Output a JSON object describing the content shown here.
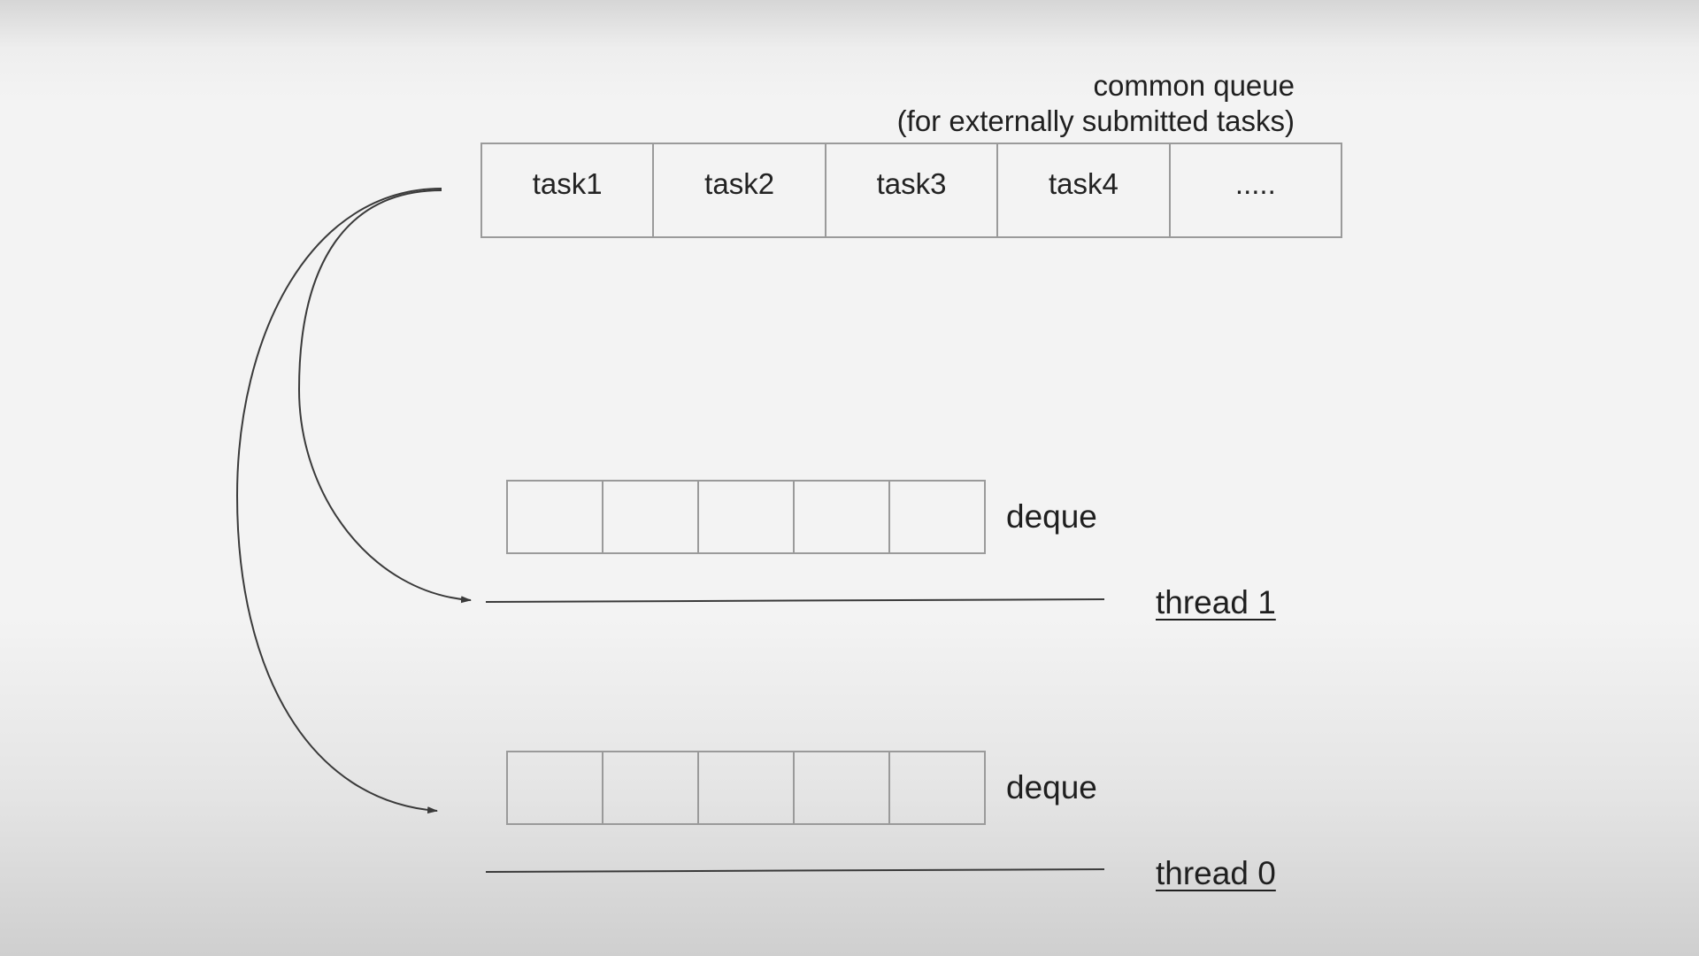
{
  "common_queue": {
    "caption_line1": "common queue",
    "caption_line2": "(for externally submitted tasks)",
    "cells": [
      "task1",
      "task2",
      "task3",
      "task4",
      "....."
    ]
  },
  "thread1": {
    "deque_label": "deque",
    "thread_label": "thread 1"
  },
  "thread0": {
    "deque_label": "deque",
    "thread_label": "thread 0"
  },
  "colors": {
    "box_border": "#9a9a9a",
    "line": "#3a3a3a",
    "text": "#1f1f1f"
  }
}
